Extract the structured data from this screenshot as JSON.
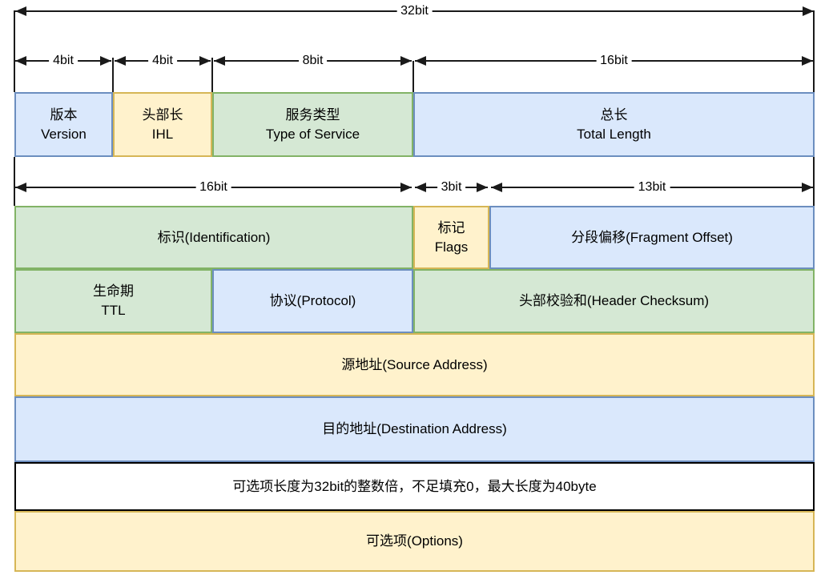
{
  "colors": {
    "blue_fill": "#dae8fc",
    "blue_stroke": "#6c8ebf",
    "green_fill": "#d5e8d4",
    "green_stroke": "#82b366",
    "yellow_fill": "#fff2cc",
    "yellow_stroke": "#d6b656",
    "white_fill": "#ffffff",
    "black_stroke": "#000000",
    "arrow": "#1a1a1a"
  },
  "measures": {
    "total": "32bit",
    "band1": [
      "4bit",
      "4bit",
      "8bit",
      "16bit"
    ],
    "band2": [
      "16bit",
      "3bit",
      "13bit"
    ]
  },
  "fields": {
    "version": {
      "zh": "版本",
      "en": "Version"
    },
    "ihl": {
      "zh": "头部长",
      "en": "IHL"
    },
    "tos": {
      "zh": "服务类型",
      "en": "Type of Service"
    },
    "total_length": {
      "zh": "总长",
      "en": "Total Length"
    },
    "identification": {
      "label": "标识(Identification)"
    },
    "flags": {
      "zh": "标记",
      "en": "Flags"
    },
    "fragment_offset": {
      "label": "分段偏移(Fragment Offset)"
    },
    "ttl": {
      "zh": "生命期",
      "en": "TTL"
    },
    "protocol": {
      "label": "协议(Protocol)"
    },
    "header_checksum": {
      "label": "头部校验和(Header Checksum)"
    },
    "source_address": {
      "label": "源地址(Source Address)"
    },
    "destination_address": {
      "label": "目的地址(Destination Address)"
    },
    "options_note": {
      "label": "可选项长度为32bit的整数倍，不足填充0，最大长度为40byte"
    },
    "options": {
      "label": "可选项(Options)"
    }
  }
}
